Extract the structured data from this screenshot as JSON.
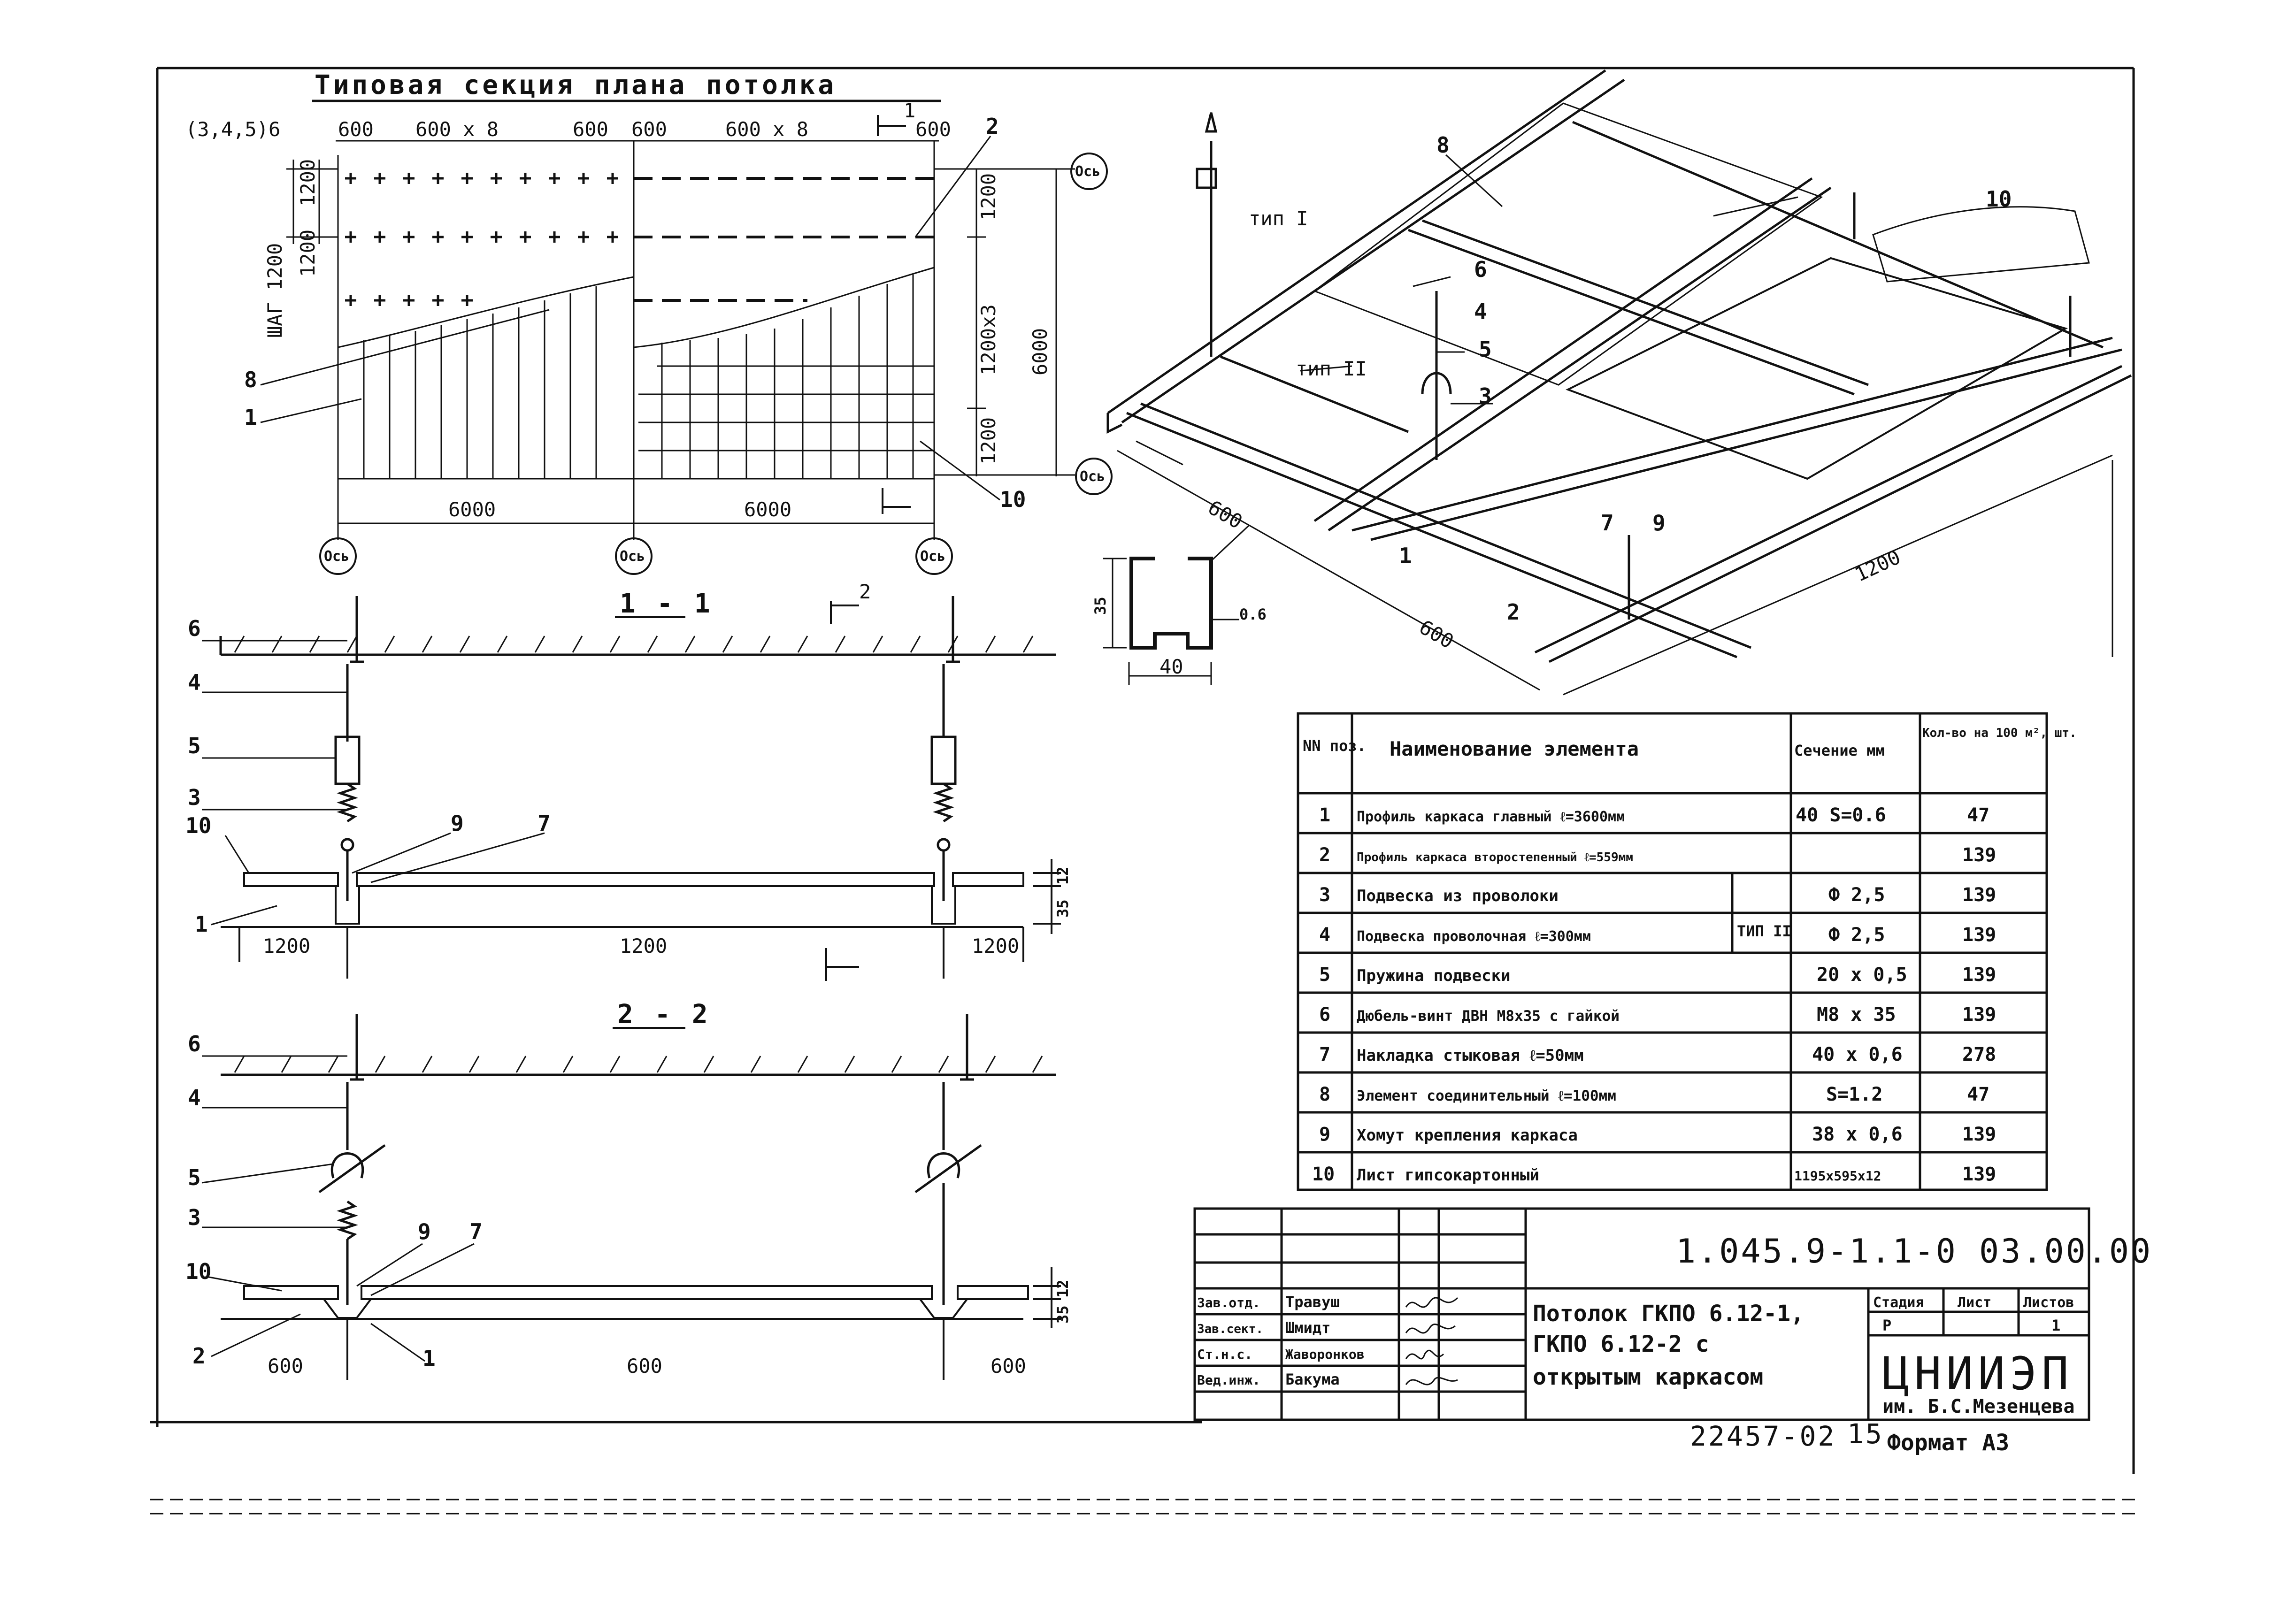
{
  "plan": {
    "title": "Типовая секция плана потолка",
    "dims_top": [
      "600",
      "600 x 8",
      "600",
      "600",
      "600 x 8",
      "600"
    ],
    "row_label": "(3,4,5)6",
    "step_label": "ШАГ 1200",
    "dims_left": [
      "1200",
      "1200"
    ],
    "dims_right": [
      "1200",
      "1200x3",
      "1200"
    ],
    "overall_right": "6000",
    "dims_bottom": [
      "6000",
      "6000"
    ],
    "axis": "Ось",
    "callouts": [
      "8",
      "1",
      "2",
      "10"
    ],
    "section_mark": "1"
  },
  "section_1": {
    "title": "1 - 1",
    "marker": "2",
    "callouts": [
      "6",
      "4",
      "5",
      "3",
      "10",
      "1",
      "9",
      "7"
    ],
    "dims": [
      "1200",
      "1200",
      "1200"
    ],
    "height_dims": [
      "12",
      "35"
    ]
  },
  "section_2": {
    "title": "2 - 2",
    "callouts": [
      "6",
      "4",
      "5",
      "3",
      "10",
      "2",
      "9",
      "7",
      "1"
    ],
    "dims": [
      "600",
      "600",
      "600"
    ],
    "height_dims": [
      "12",
      "35"
    ]
  },
  "profile": {
    "height": "35",
    "width": "40",
    "thickness": "0.6"
  },
  "iso": {
    "labels": [
      "8",
      "тип I",
      "тип II",
      "6",
      "4",
      "5",
      "3",
      "10",
      "1",
      "7",
      "9",
      "2"
    ],
    "dims": [
      "600",
      "600",
      "1200"
    ]
  },
  "spec_table": {
    "headers": [
      "NN поз.",
      "Наименование элемента",
      "Сечение мм",
      "Кол-во на 100 м², шт."
    ],
    "type_group_label": "ТИП II",
    "rows": [
      {
        "pos": "1",
        "name": "Профиль каркаса главный ℓ=3600мм",
        "section": "40 S=0.6",
        "qty": "47"
      },
      {
        "pos": "2",
        "name": "Профиль каркаса второстепенный ℓ=559мм",
        "section": "",
        "qty": "139"
      },
      {
        "pos": "3",
        "name": "Подвеска из проволоки",
        "section": "Ф 2,5",
        "qty": "139"
      },
      {
        "pos": "4",
        "name": "Подвеска проволочная ℓ=300мм",
        "section": "Ф 2,5",
        "qty": "139"
      },
      {
        "pos": "5",
        "name": "Пружина подвески",
        "section": "20 x 0,5",
        "qty": "139"
      },
      {
        "pos": "6",
        "name": "Дюбель-винт ДВН М8х35 с гайкой",
        "section": "М8 x 35",
        "qty": "139"
      },
      {
        "pos": "7",
        "name": "Накладка стыковая ℓ=50мм",
        "section": "40 x 0,6",
        "qty": "278"
      },
      {
        "pos": "8",
        "name": "Элемент соединительный ℓ=100мм",
        "section": "S=1.2",
        "qty": "47"
      },
      {
        "pos": "9",
        "name": "Хомут крепления каркаса",
        "section": "38 x 0,6",
        "qty": "139"
      },
      {
        "pos": "10",
        "name": "Лист гипсокартонный",
        "section": "1195x595x12",
        "qty": "139"
      }
    ]
  },
  "title_block": {
    "code": "1.045.9-1.1-0 03.00.00",
    "staff": [
      {
        "role": "Зав.отд.",
        "name": "Травуш"
      },
      {
        "role": "Зав.сект.",
        "name": "Шмидт"
      },
      {
        "role": "Ст.н.с.",
        "name": "Жаворонков"
      },
      {
        "role": "Вед.инж.",
        "name": "Бакума"
      }
    ],
    "description": [
      "Потолок ГКПО 6.12-1,",
      "ГКПО 6.12-2 с",
      "открытым каркасом"
    ],
    "stage_headers": [
      "Стадия",
      "Лист",
      "Листов"
    ],
    "stage_values": [
      "Р",
      "",
      "1"
    ],
    "org": "ЦНИИЭП",
    "org_sub": "им. Б.С.Мезенцева",
    "archive_no": "22457-02",
    "archive_page": "15",
    "format": "Формат А3"
  }
}
